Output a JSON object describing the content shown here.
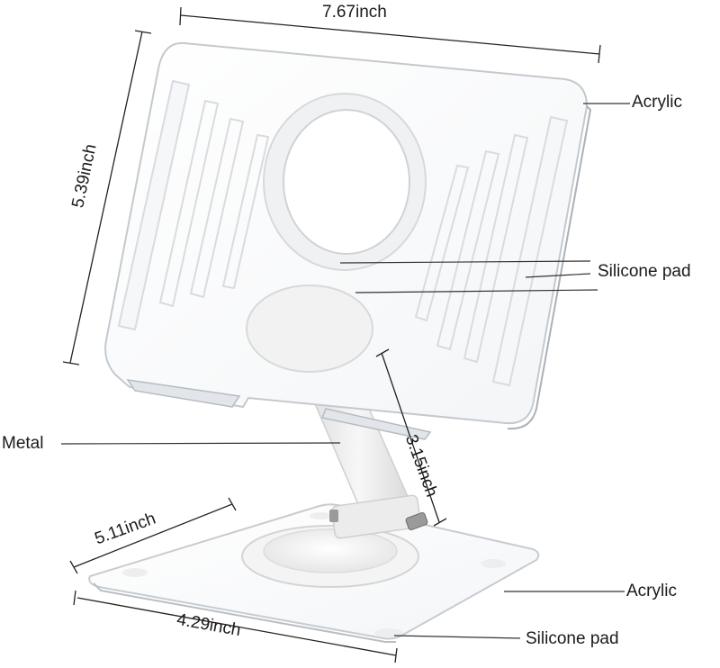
{
  "dimensions": {
    "panel_width": "7.67inch",
    "panel_height": "5.39inch",
    "arm_length": "3.15inch",
    "base_depth": "5.11inch",
    "base_width": "4.29inch"
  },
  "callouts": {
    "acrylic_top": "Acrylic",
    "silicone_pad_top": "Silicone pad",
    "metal": "Metal",
    "acrylic_base": "Acrylic",
    "silicone_pad_base": "Silicone pad"
  },
  "colors": {
    "line": "#222222",
    "acrylic_edge": "#c9ced3",
    "silicone": "#f2f2f2",
    "metal": "#e9e9e9"
  }
}
